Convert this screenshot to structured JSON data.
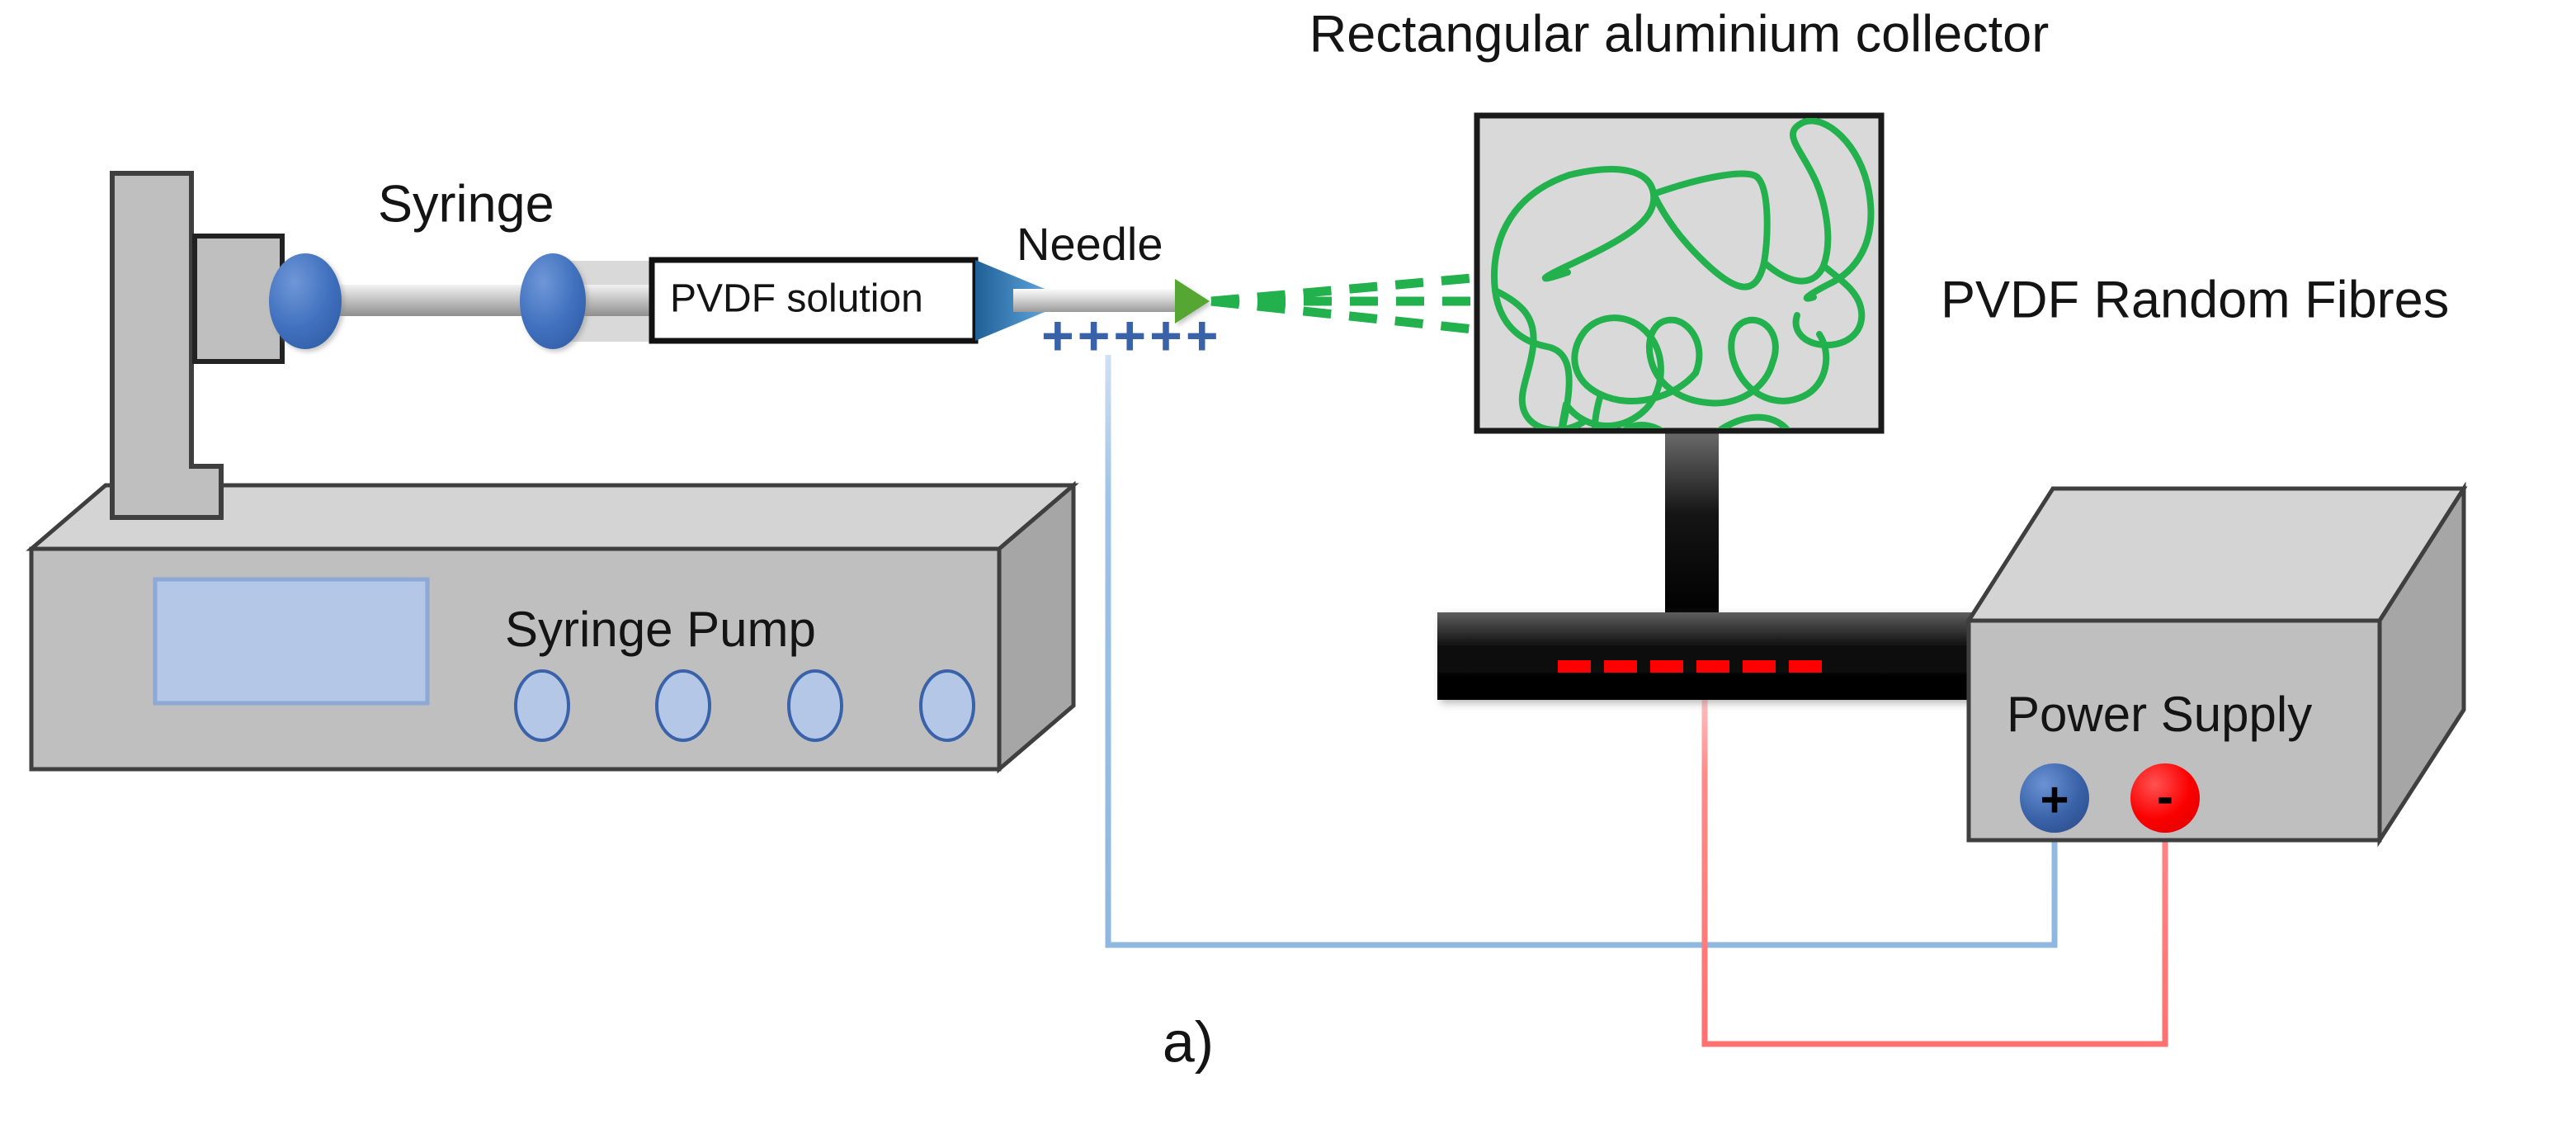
{
  "figure": {
    "panel_label": "a)",
    "collector_title": "Rectangular aluminium collector",
    "fibres_label": "PVDF Random Fibres"
  },
  "syringe": {
    "label": "Syringe",
    "solution_label": "PVDF solution",
    "needle_label": "Needle",
    "charge_symbols": "+++++",
    "charge_color": "#3a62a8",
    "plunger_color": "#3c69b4",
    "taper_color": "#2e75b6",
    "needle_tip_color": "#55a630"
  },
  "pump": {
    "label": "Syringe Pump",
    "display_color": "#b4c7e7",
    "body_color": "#bfbfbf",
    "top_color": "#d4d4d4",
    "side_color": "#a6a6a6",
    "buttons": [
      "button-1",
      "button-2",
      "button-3",
      "button-4"
    ]
  },
  "collector": {
    "plate_color": "#d9d9d9",
    "fibre_color": "#22b14c",
    "negative_symbols": "------",
    "negative_color": "#ff0000",
    "stand_color": "#000000"
  },
  "jet": {
    "stream_color": "#22b14c",
    "stream_count": 3
  },
  "power_supply": {
    "label": "Power Supply",
    "positive_terminal": "+",
    "negative_terminal": "-",
    "positive_color": "#3a62a8",
    "negative_color": "#ff0000",
    "body_color": "#bfbfbf",
    "top_color": "#d4d4d4",
    "side_color": "#a6a6a6"
  },
  "wires": {
    "positive_wire_color": "#9dc3e6",
    "negative_wire_color": "#ff8a8a"
  }
}
